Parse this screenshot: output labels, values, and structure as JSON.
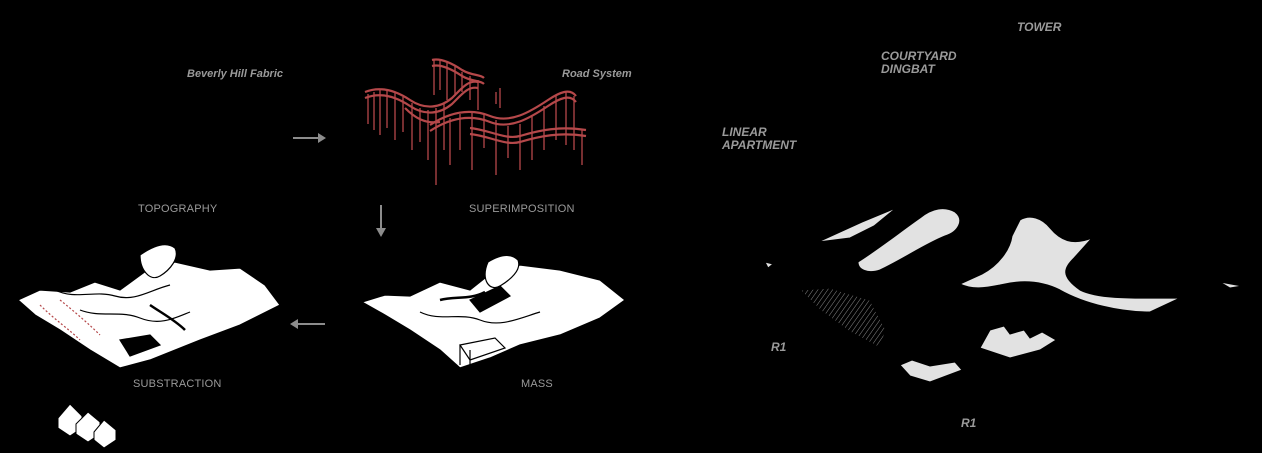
{
  "diagram": {
    "labels": {
      "beverly_hill_fabric": "Beverly Hill Fabric",
      "road_system": "Road System",
      "topography": "TOPOGRAPHY",
      "superimposition": "SUPERIMPOSITION",
      "substraction": "SUBSTRACTION",
      "mass": "MASS"
    },
    "typology_labels": {
      "tower": "TOWER",
      "courtyard_dingbat": "COURTYARD\nDINGBAT",
      "linear_apartment": "LINEAR\nAPARTMENT",
      "r1_left": "R1",
      "r1_bottom": "R1"
    },
    "colors": {
      "road_red": "#b5484a",
      "label_gray": "#9a9a9a",
      "model_white": "#ffffff",
      "plane_gray": "#e2e2e2",
      "background": "#000000"
    }
  }
}
